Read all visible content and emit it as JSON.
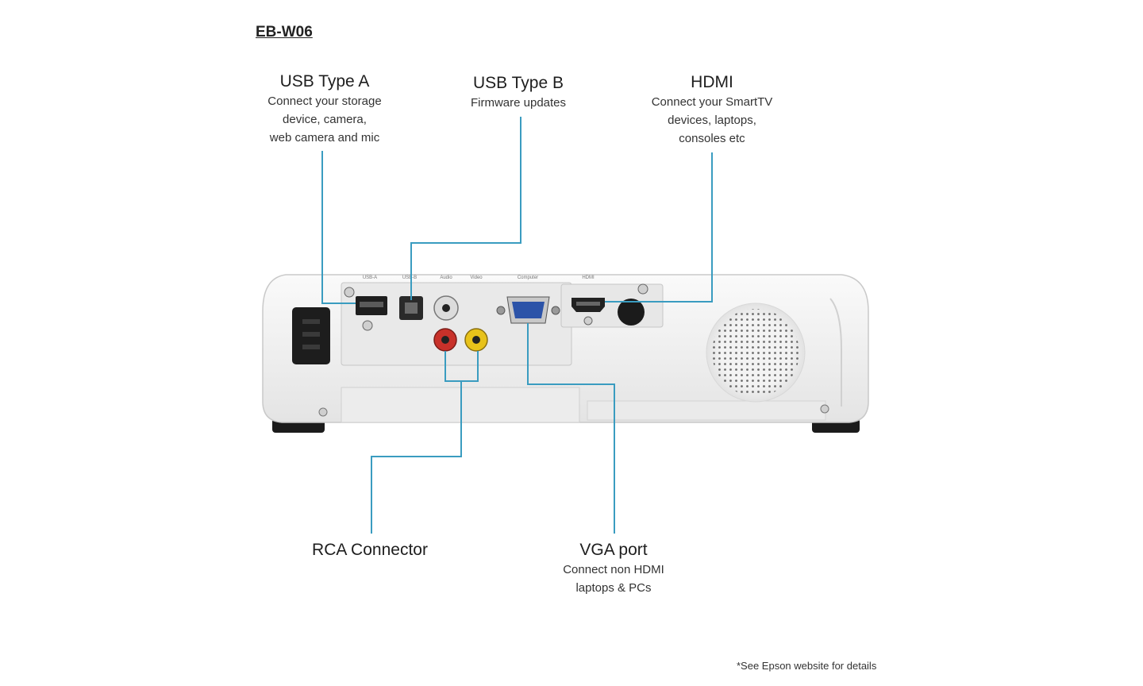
{
  "model": "EB-W06",
  "callouts": {
    "usb_a": {
      "title": "USB Type A",
      "desc": "Connect your storage\ndevice, camera,\nweb camera and mic"
    },
    "usb_b": {
      "title": "USB Type B",
      "desc": "Firmware updates"
    },
    "hdmi": {
      "title": "HDMI",
      "desc": "Connect your SmartTV\ndevices, laptops,\nconsoles etc"
    },
    "rca": {
      "title": "RCA Connector",
      "desc": ""
    },
    "vga": {
      "title": "VGA port",
      "desc": "Connect non HDMI\nlaptops & PCs"
    }
  },
  "port_labels": [
    "USB-A",
    "USB-B",
    "Audio",
    "Video",
    "Computer",
    "HDMI"
  ],
  "footnote": "*See Epson website for details",
  "colors": {
    "callout_line": "#3a9cc0",
    "body": "#f2f2f2",
    "panel": "#e6e6e6",
    "vga_blue": "#2c53a8",
    "rca_red": "#c8312a",
    "rca_yellow": "#e8c21a"
  }
}
